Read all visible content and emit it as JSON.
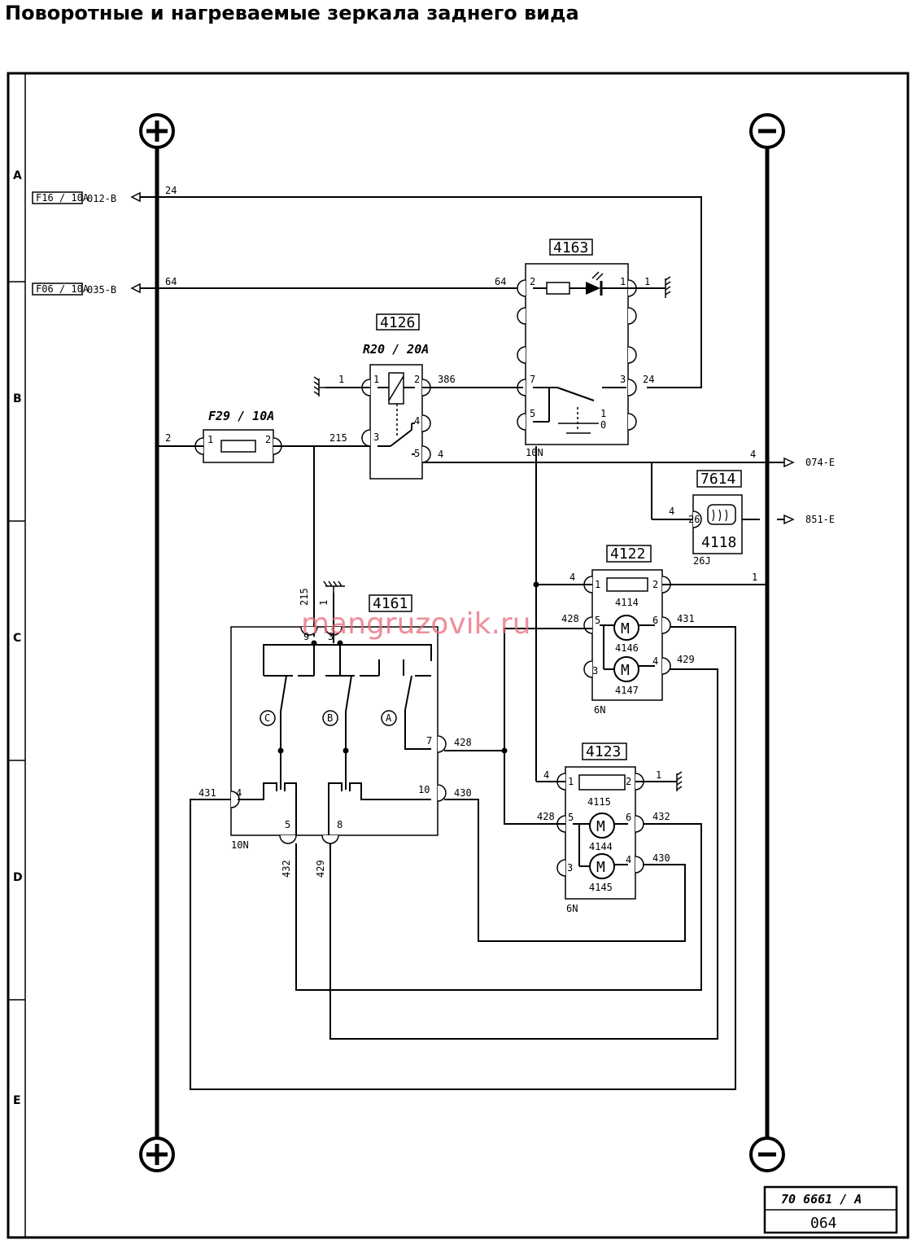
{
  "title": "Поворотные и нагреваемые зеркала заднего вида",
  "watermark": "mangruzovik.ru",
  "frame": {
    "rows": [
      "A",
      "B",
      "C",
      "D",
      "E"
    ]
  },
  "external_refs": [
    {
      "fuse": "F16 / 10A",
      "code": "012-B"
    },
    {
      "fuse": "F06 / 10A",
      "code": "035-B"
    },
    {
      "code": "074-E"
    },
    {
      "code": "851-E"
    }
  ],
  "components": {
    "relay": {
      "id": "4126",
      "rating": "R20 / 20A"
    },
    "switch_module": {
      "id": "4163"
    },
    "fuse": {
      "label": "F29 / 10A"
    },
    "switch": {
      "id": "4161",
      "positions": [
        "C",
        "B",
        "A"
      ],
      "connector": "10N"
    },
    "mirror_left": {
      "id": "4122",
      "heater": "4114",
      "motors": [
        "4146",
        "4147"
      ],
      "connector": "6N"
    },
    "mirror_right": {
      "id": "4123",
      "heater": "4115",
      "motors": [
        "4144",
        "4145"
      ],
      "connector": "6N"
    },
    "heater_indicator": {
      "id": "7614",
      "sub": "4118",
      "connector": "26J"
    }
  },
  "labels": {
    "bus_plus": "+",
    "bus_minus": "−",
    "motor": "M",
    "connector_10n": "10N"
  },
  "ref_code": {
    "line1": "70 6661 / A",
    "line2": "064"
  },
  "colors": {
    "ink": "#000000",
    "background": "#ffffff",
    "watermark": "#e86a7a"
  }
}
